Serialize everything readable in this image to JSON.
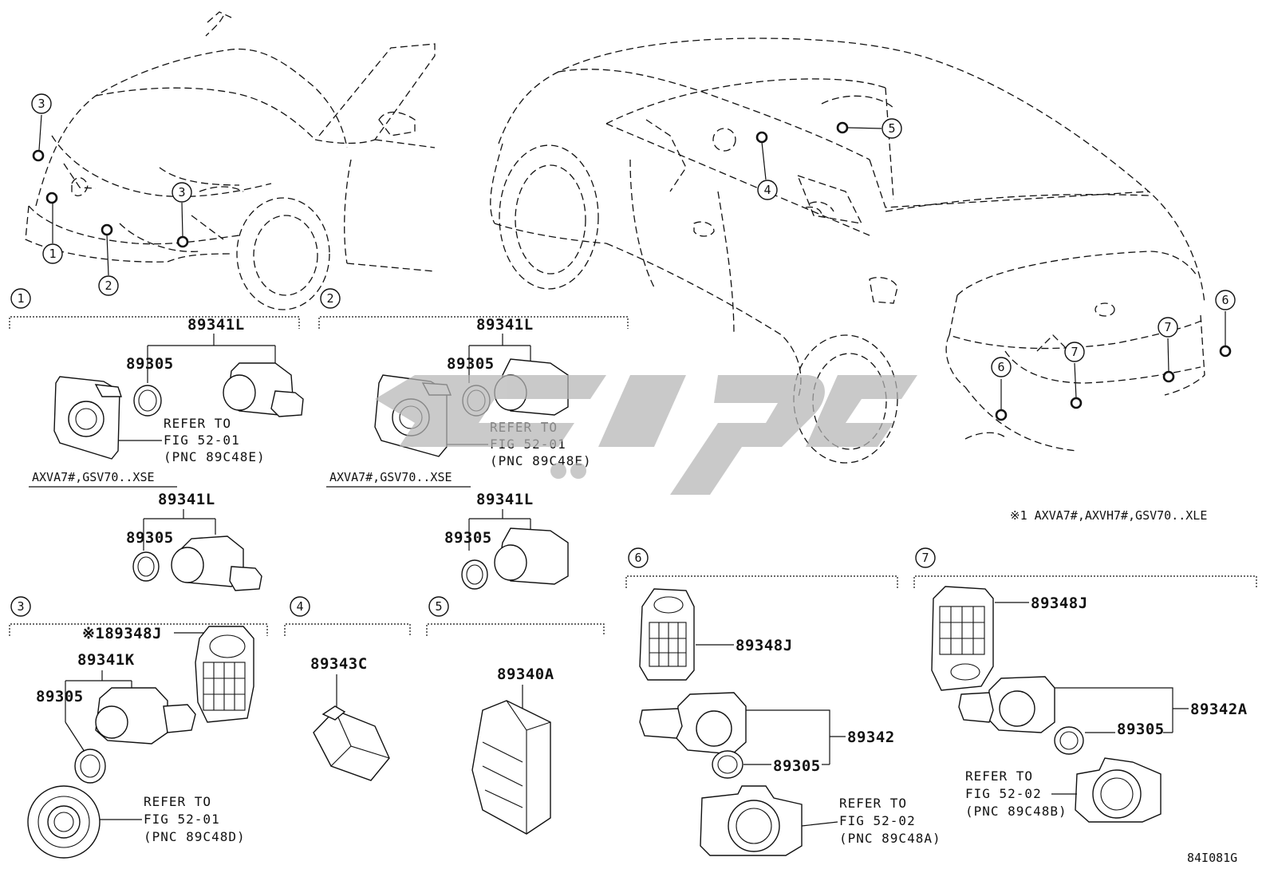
{
  "diagram": {
    "page_code": "84I081G",
    "footnote": "※1 AXVA7#,AXVH7#,GSV70..XLE",
    "callouts": [
      "1",
      "2",
      "3",
      "4",
      "5",
      "6",
      "7"
    ],
    "sections": {
      "s1": {
        "callout": "1",
        "group_part": "89341L",
        "retainer_part": "89305",
        "refer_text": [
          "REFER TO",
          "FIG 52-01",
          "(PNC 89C48E)"
        ],
        "applicability": "AXVA7#,GSV70..XSE",
        "alt_group_part": "89341L",
        "alt_retainer_part": "89305"
      },
      "s2": {
        "callout": "2",
        "group_part": "89341L",
        "retainer_part": "89305",
        "refer_text": [
          "REFER TO",
          "FIG 52-01",
          "(PNC 89C48E)"
        ],
        "applicability": "AXVA7#,GSV70..XSE",
        "alt_group_part": "89341L",
        "alt_retainer_part": "89305"
      },
      "s3": {
        "callout": "3",
        "bracket_part": "※189348J",
        "group_part": "89341K",
        "retainer_part": "89305",
        "refer_text": [
          "REFER TO",
          "FIG 52-01",
          "(PNC 89C48D)"
        ]
      },
      "s4": {
        "callout": "4",
        "part": "89343C"
      },
      "s5": {
        "callout": "5",
        "part": "89340A"
      },
      "s6": {
        "callout": "6",
        "bracket_part": "89348J",
        "group_part": "89342",
        "retainer_part": "89305",
        "refer_text": [
          "REFER TO",
          "FIG 52-02",
          "(PNC 89C48A)"
        ]
      },
      "s7": {
        "callout": "7",
        "bracket_part": "89348J",
        "group_part": "89342A",
        "retainer_part": "89305",
        "refer_text": [
          "REFER TO",
          "FIG 52-02",
          "(PNC 89C48B)"
        ]
      }
    },
    "watermark_color": "#b5b5b5",
    "line_color": "#111111"
  }
}
